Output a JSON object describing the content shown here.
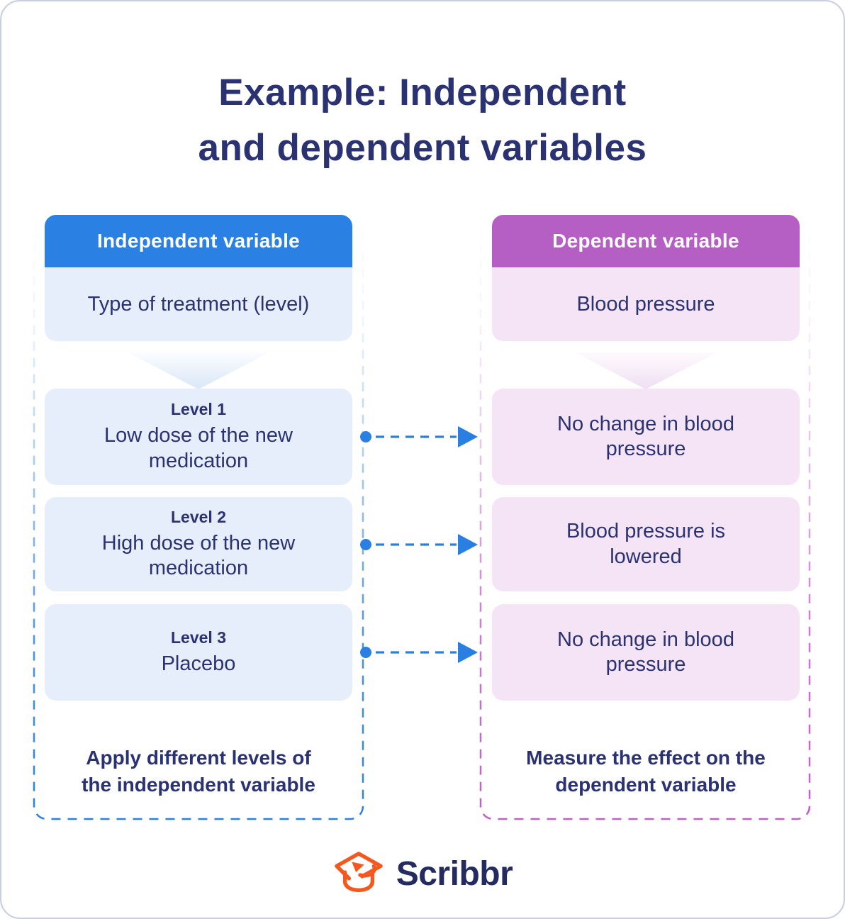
{
  "title": {
    "line1": "Example: Independent",
    "line2": "and dependent variables"
  },
  "columns": {
    "independent": {
      "header": "Independent variable",
      "subheader": "Type of treatment (level)",
      "levels": [
        {
          "label": "Level 1",
          "text": "Low dose of the new\nmedication"
        },
        {
          "label": "Level 2",
          "text": "High dose of the new\nmedication"
        },
        {
          "label": "Level 3",
          "text": "Placebo"
        }
      ],
      "caption": "Apply different levels of\nthe independent variable"
    },
    "dependent": {
      "header": "Dependent variable",
      "subheader": "Blood pressure",
      "results": [
        {
          "text": "No change in blood\npressure"
        },
        {
          "text": "Blood pressure is\nlowered"
        },
        {
          "text": "No change in blood\npressure"
        }
      ],
      "caption": "Measure the effect on the\ndependent variable"
    }
  },
  "footer": {
    "brand": "Scribbr"
  },
  "colors": {
    "accent_blue": "#2a80e3",
    "accent_purple": "#b55ec4",
    "light_blue": "#e5eefa",
    "light_pink": "#f5e4f6",
    "navy": "#2b3272",
    "brand_orange": "#f4581f",
    "brand_navy": "#232b60",
    "card_border": "#c9cede"
  }
}
